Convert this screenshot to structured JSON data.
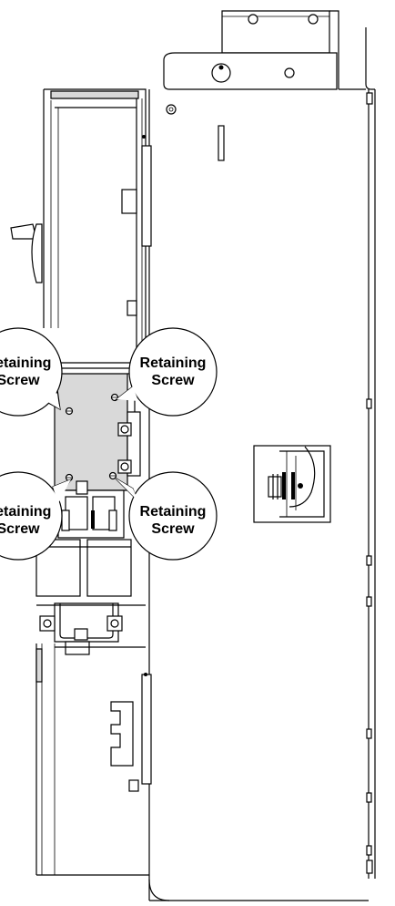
{
  "callouts": [
    {
      "line1": "Retaining",
      "line2": "Screw"
    },
    {
      "line1": "Retaining",
      "line2": "Screw"
    },
    {
      "line1": "Retaining",
      "line2": "Screw"
    },
    {
      "line1": "Retaining",
      "line2": "Screw"
    }
  ],
  "colors": {
    "line": "#000000",
    "plate_fill": "#d9d9d9",
    "background": "#ffffff"
  }
}
